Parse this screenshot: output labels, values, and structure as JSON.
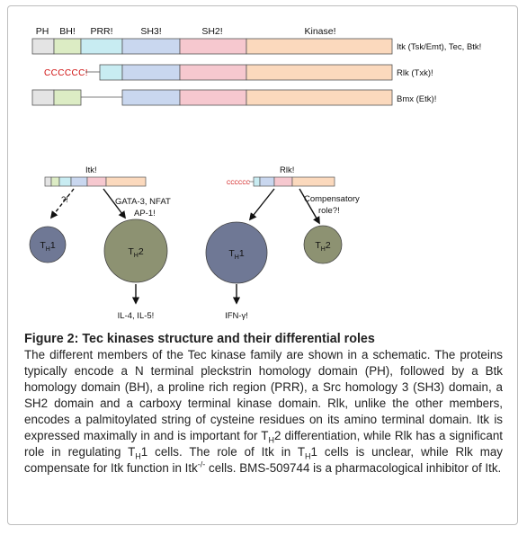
{
  "domain_labels": [
    "PH",
    "BH!",
    "PRR!",
    "SH3!",
    "SH2!",
    "Kinase!"
  ],
  "rows": [
    {
      "prefix": "",
      "label": "Itk (Tsk/Emt), Tec, Btk!"
    },
    {
      "prefix": "CCCCCC!",
      "label": "Rlk (Txk)!"
    },
    {
      "prefix": "",
      "label": "Bmx (Etk)!"
    }
  ],
  "panels": {
    "itk": {
      "title": "Itk!",
      "arrow_left": "?!",
      "arrow_right_1": "GATA-3, NFAT",
      "arrow_right_2": "AP-1!",
      "cell_small": "T",
      "cell_small_sub": "H",
      "cell_small_suf": "1",
      "cell_big": "T",
      "cell_big_sub": "H",
      "cell_big_suf": "2",
      "output": "IL-4, IL-5!"
    },
    "rlk": {
      "title": "Rlk!",
      "prefix": "CCCCCC",
      "arrow_right_1": "Compensatory",
      "arrow_right_2": "role?!",
      "cell_big": "T",
      "cell_big_sub": "H",
      "cell_big_suf": "1",
      "cell_small": "T",
      "cell_small_sub": "H",
      "cell_small_suf": "2",
      "output": "IFN-γ!"
    }
  },
  "colors": {
    "ph": "#e4e4e4",
    "bh": "#dcecc4",
    "prr": "#c8ecf2",
    "sh3": "#c9d7ef",
    "sh2": "#f6c8cf",
    "kinase": "#fbd9bd",
    "th1": "#6f7895",
    "th2": "#8d9272",
    "cccc": "#d01010"
  },
  "caption": {
    "title": "Figure 2: Tec kinases structure and their differential roles",
    "p1": "The different members of the Tec kinase family are shown in a schematic. The proteins typically encode a N terminal pleckstrin homology domain (PH), followed by a Btk homology domain (BH), a proline rich region (PRR), a Src homology 3 (SH3) domain, a SH2 domain and a carboxy terminal kinase domain. Rlk, unlike the other members, encodes a palmitoylated string of cysteine residues on its amino terminal domain. Itk is expressed maximally in and is important for T",
    "sub1": "H",
    "p2": "2 differentiation, while Rlk has a significant role in regulating T",
    "sub2": "H",
    "p3": "1 cells. The role of Itk in T",
    "sub3": "H",
    "p4": "1 cells is unclear, while Rlk may compensate for Itk function in Itk",
    "sup1": "-/-",
    "p5": " cells. BMS-509744 is a pharmacological inhibitor of Itk."
  }
}
